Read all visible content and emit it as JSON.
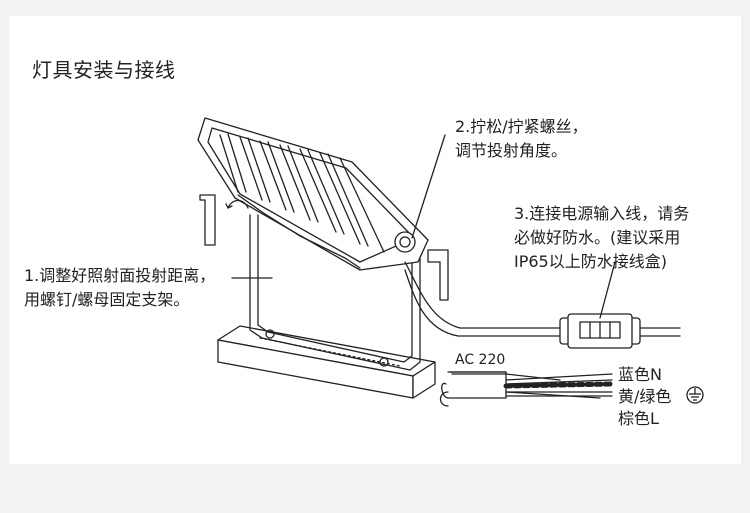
{
  "title": "灯具安装与接线",
  "notes": {
    "angle": {
      "line1": "2.拧松/拧紧螺丝，",
      "line2": "调节投射角度。"
    },
    "power": {
      "line1": "3.连接电源输入线，请务",
      "line2": "必做好防水。(建议采用",
      "line3": "IP65以上防水接线盒)"
    },
    "stand": {
      "line1": "1.调整好照射面投射距离，",
      "line2": "用螺钉/螺母固定支架。"
    }
  },
  "cable": {
    "voltage_label": "AC 220",
    "wires": {
      "blue": "蓝色N",
      "yellow_green": "黄/绿色",
      "brown": "棕色L"
    },
    "ground_icon": "ground-symbol-icon"
  },
  "colors": {
    "background": "#f2f2f2",
    "panel": "#ffffff",
    "line": "#222222"
  }
}
